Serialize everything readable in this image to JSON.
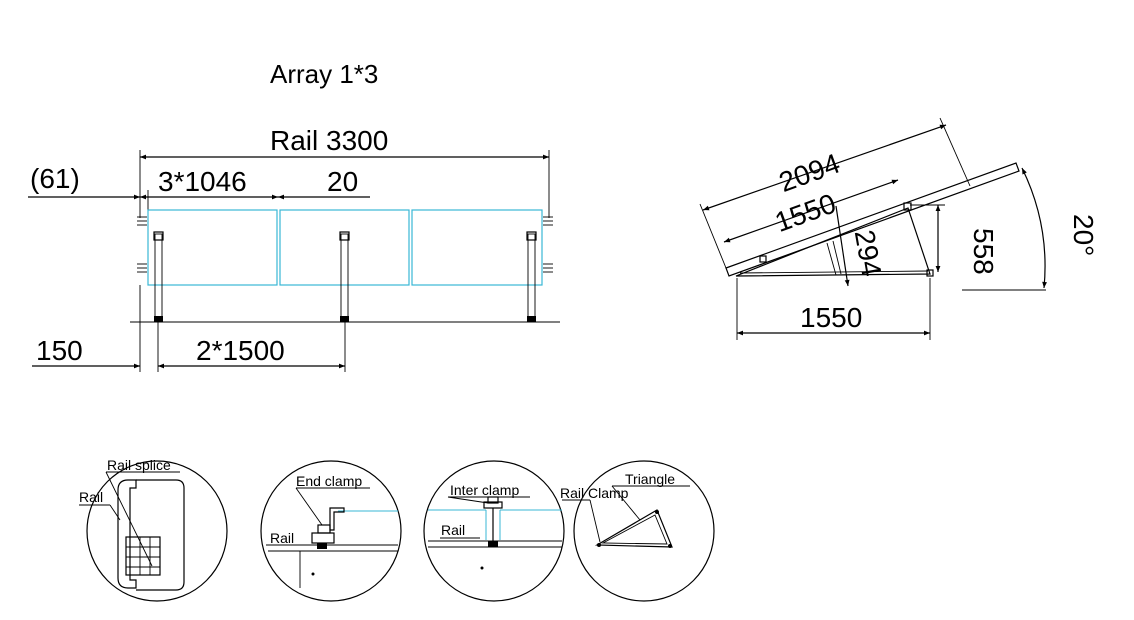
{
  "front_view": {
    "title": "Array  1*3",
    "rail_length": "Rail 3300",
    "overhang": "(61)",
    "panel_widths": "3*1046",
    "gap": "20",
    "edge_offset": "150",
    "leg_spacing": "2*1500"
  },
  "side_view": {
    "panel_length": "2094",
    "top_rail": "1550",
    "height_long": "558",
    "height_short": "294",
    "base": "1550",
    "tilt_angle": "20°"
  },
  "details": {
    "rail_splice_label": "Rail splice",
    "rail_label_1": "Rail",
    "end_clamp_label": "End clamp",
    "rail_label_2": "Rail",
    "inter_clamp_label": "Inter clamp",
    "rail_label_3": "Rail",
    "triangle_label": "Triangle",
    "rail_clamp_label": "Rail Clamp"
  },
  "colors": {
    "panel_outline": "#39b7d6",
    "line": "#000000"
  }
}
